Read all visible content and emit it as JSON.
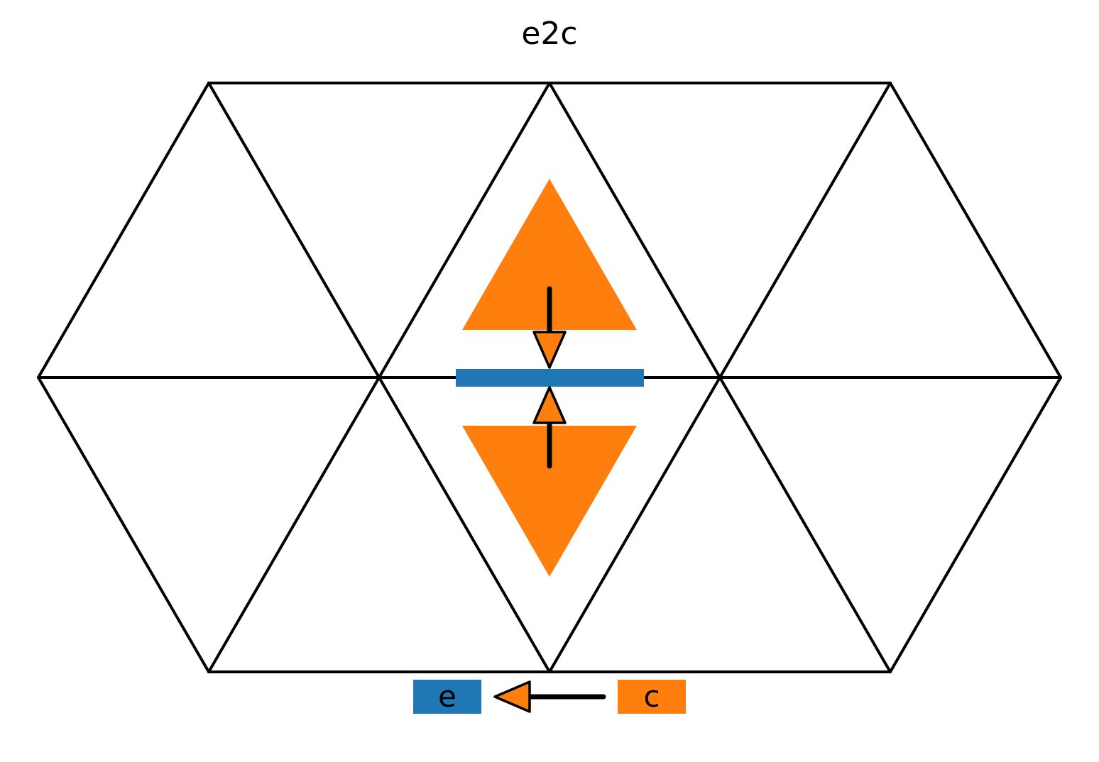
{
  "title": "e2c",
  "colors": {
    "edge": "#1f77b4",
    "cell": "#ff7f0e",
    "grid": "#000000"
  },
  "legend": {
    "source_label": "c",
    "target_label": "e"
  }
}
